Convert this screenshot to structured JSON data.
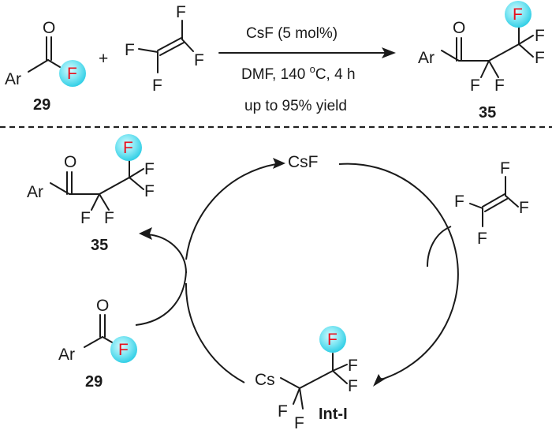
{
  "reaction": {
    "conditions": {
      "catalyst": "CsF (5 mol%)",
      "solvent_temp_time_pre": "DMF, 140 ",
      "degree": "o",
      "solvent_temp_time_post": "C, 4 h",
      "yield": "up to 95% yield"
    },
    "reactant_acyl_fluoride": {
      "ar": "Ar",
      "o": "O",
      "f": "F",
      "label": "29"
    },
    "plus": "+",
    "tfe": {
      "f1": "F",
      "f2": "F",
      "f3": "F",
      "f4": "F"
    },
    "product": {
      "ar": "Ar",
      "o": "O",
      "f_hl": "F",
      "f1": "F",
      "f2": "F",
      "f3": "F",
      "f4": "F",
      "label": "35"
    }
  },
  "cycle": {
    "catalyst": "CsF",
    "product": {
      "ar": "Ar",
      "o": "O",
      "f_hl": "F",
      "f1": "F",
      "f2": "F",
      "f3": "F",
      "f4": "F",
      "label": "35"
    },
    "acyl_fluoride": {
      "ar": "Ar",
      "o": "O",
      "f": "F",
      "label": "29"
    },
    "tfe": {
      "f1": "F",
      "f2": "F",
      "f3": "F",
      "f4": "F"
    },
    "intermediate": {
      "cs": "Cs",
      "f_hl": "F",
      "f1": "F",
      "f2": "F",
      "f3": "F",
      "f4": "F",
      "label": "Int-I"
    }
  },
  "colors": {
    "highlight_gradient_center": "#d6fbff",
    "highlight_gradient_edge": "#33cfe6",
    "fluorine_red": "#e8101e",
    "ink": "#1a1a1a"
  }
}
